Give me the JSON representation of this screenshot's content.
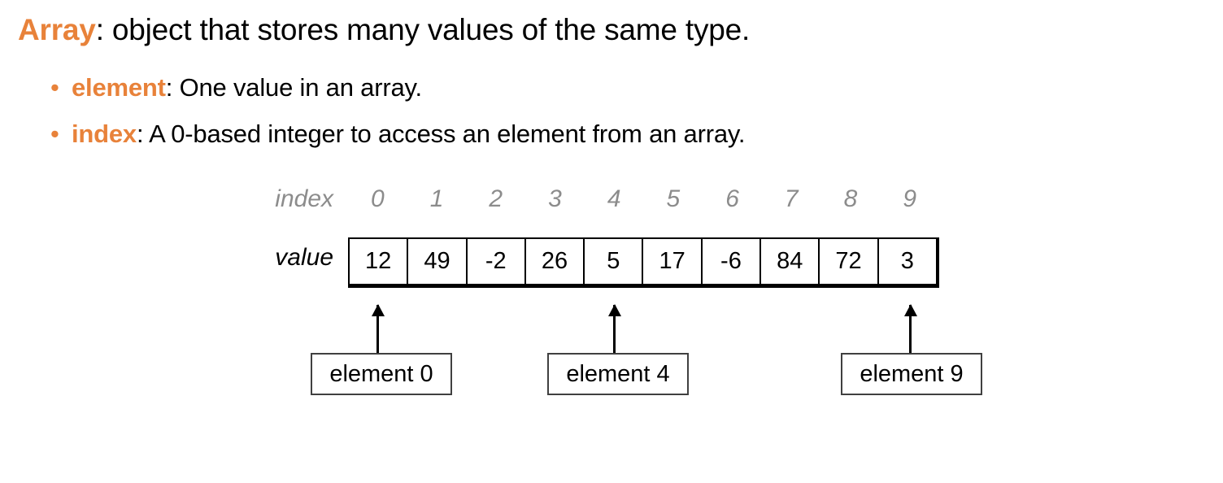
{
  "slide": {
    "background": "#ffffff",
    "accent_color": "#E8823A",
    "index_color": "#8c8c8c"
  },
  "heading": {
    "keyword": "Array",
    "rest": ": object that stores many values of the same type."
  },
  "bullets": [
    {
      "dot": "•",
      "keyword": "element",
      "rest": ": One value in an array."
    },
    {
      "dot": "•",
      "keyword": "index",
      "rest": ": A 0-based integer to access an element from an array."
    }
  ],
  "diagram": {
    "index_label": "index",
    "value_label": "value",
    "indices": [
      "0",
      "1",
      "2",
      "3",
      "4",
      "5",
      "6",
      "7",
      "8",
      "9"
    ],
    "values": [
      "12",
      "49",
      "-2",
      "26",
      "5",
      "17",
      "-6",
      "84",
      "72",
      "3"
    ],
    "callouts": [
      {
        "label": "element 0",
        "target_index": 0
      },
      {
        "label": "element 4",
        "target_index": 4
      },
      {
        "label": "element 9",
        "target_index": 9
      }
    ]
  }
}
